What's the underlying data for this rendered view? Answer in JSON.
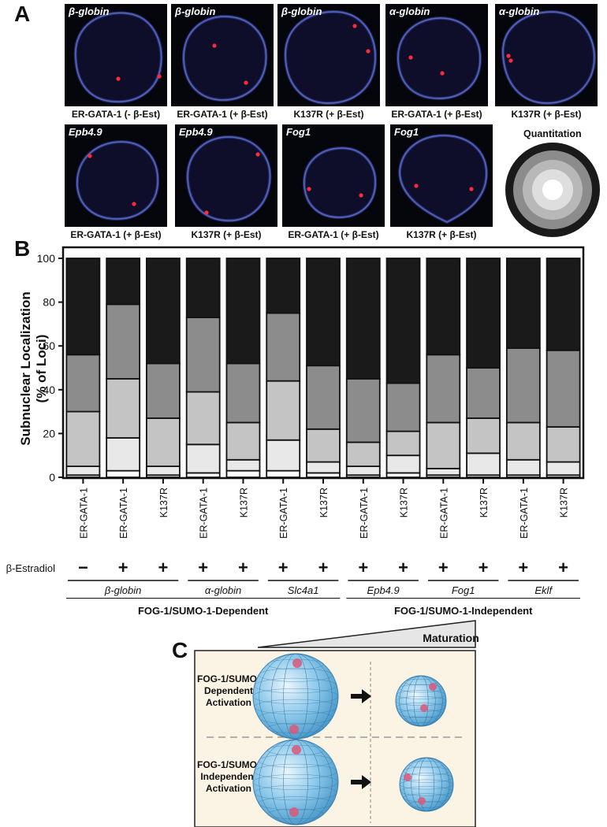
{
  "panel_labels": {
    "a": "A",
    "b": "B",
    "c": "C"
  },
  "panel_a": {
    "row1": [
      {
        "gene": "β-globin",
        "caption": "ER-GATA-1 (- β-Est)"
      },
      {
        "gene": "β-globin",
        "caption": "ER-GATA-1 (+ β-Est)"
      },
      {
        "gene": "β-globin",
        "caption": "K137R (+ β-Est)"
      },
      {
        "gene": "α-globin",
        "caption": "ER-GATA-1 (+ β-Est)"
      },
      {
        "gene": "α-globin",
        "caption": "K137R (+ β-Est)"
      }
    ],
    "row2": [
      {
        "gene": "Epb4.9",
        "caption": "ER-GATA-1 (+ β-Est)"
      },
      {
        "gene": "Epb4.9",
        "caption": "K137R (+ β-Est)"
      },
      {
        "gene": "Fog1",
        "caption": "ER-GATA-1 (+ β-Est)"
      },
      {
        "gene": "Fog1",
        "caption": "K137R (+ β-Est)"
      }
    ],
    "quantitation_title": "Quantitation",
    "quantitation_colors": [
      "#1a1a1a",
      "#8c8c8c",
      "#b8b8b8",
      "#dedede",
      "#ffffff"
    ]
  },
  "chart_data": {
    "type": "bar",
    "stacked": true,
    "ylabel": "Subnuclear Localization (% of Loci)",
    "ylim": [
      0,
      100
    ],
    "yticks": [
      0,
      20,
      40,
      60,
      80,
      100
    ],
    "grid": false,
    "categories": [
      "ER-GATA-1",
      "ER-GATA-1",
      "K137R",
      "ER-GATA-1",
      "K137R",
      "ER-GATA-1",
      "K137R",
      "ER-GATA-1",
      "K137R",
      "ER-GATA-1",
      "K137R",
      "ER-GATA-1",
      "K137R"
    ],
    "estradiol_label": "β-Estradiol",
    "estradiol": [
      "−",
      "+",
      "+",
      "+",
      "+",
      "+",
      "+",
      "+",
      "+",
      "+",
      "+",
      "+",
      "+"
    ],
    "cumulative_boundaries": [
      [
        1,
        5,
        30,
        56,
        100
      ],
      [
        3,
        18,
        45,
        79,
        100
      ],
      [
        1,
        5,
        27,
        52,
        100
      ],
      [
        2,
        15,
        39,
        73,
        100
      ],
      [
        3,
        8,
        25,
        52,
        100
      ],
      [
        3,
        17,
        44,
        75,
        100
      ],
      [
        2,
        7,
        22,
        51,
        100
      ],
      [
        1,
        5,
        16,
        45,
        100
      ],
      [
        2,
        10,
        21,
        43,
        100
      ],
      [
        1,
        4,
        25,
        56,
        100
      ],
      [
        1,
        11,
        27,
        50,
        100
      ],
      [
        1,
        8,
        25,
        59,
        100
      ],
      [
        1,
        7,
        23,
        58,
        100
      ]
    ],
    "segment_colors": [
      "#ffffff",
      "#e8e8e8",
      "#c4c4c4",
      "#8c8c8c",
      "#1a1a1a"
    ],
    "gene_groups": [
      {
        "name": "β-globin",
        "start": 0,
        "end": 2
      },
      {
        "name": "α-globin",
        "start": 3,
        "end": 4
      },
      {
        "name": "Slc4a1",
        "start": 5,
        "end": 6
      },
      {
        "name": "Epb4.9",
        "start": 7,
        "end": 8
      },
      {
        "name": "Fog1",
        "start": 9,
        "end": 10
      },
      {
        "name": "Eklf",
        "start": 11,
        "end": 12
      }
    ],
    "dependency_groups": [
      {
        "name": "FOG-1/SUMO-1-Dependent",
        "start": 0,
        "end": 6
      },
      {
        "name": "FOG-1/SUMO-1-Independent",
        "start": 7,
        "end": 12
      }
    ]
  },
  "panel_c": {
    "maturation_label": "Maturation",
    "rows": [
      {
        "label_lines": [
          "FOG-1/SUMO-",
          "Dependent",
          "Activation"
        ]
      },
      {
        "label_lines": [
          "FOG-1/SUMO-",
          "Independent",
          "Activation"
        ]
      }
    ],
    "background_color": "#fbf3e3",
    "sphere_color": "#8cc8ea",
    "locus_color": "#d8587a"
  }
}
